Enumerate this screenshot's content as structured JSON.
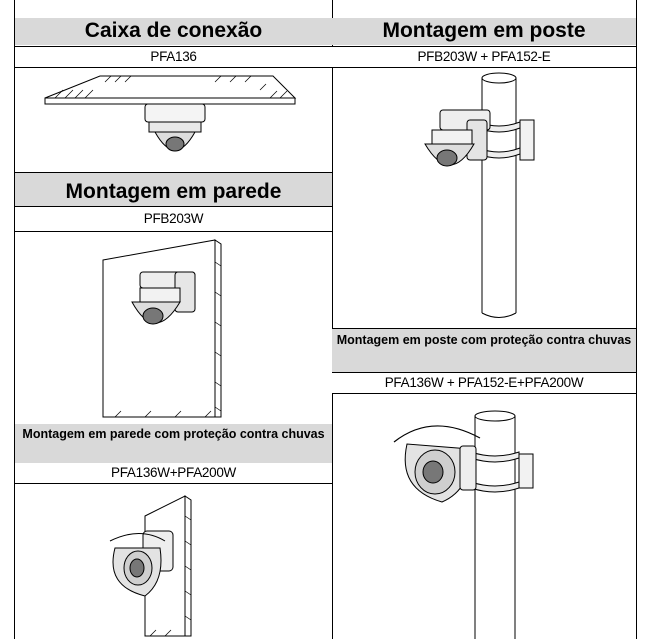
{
  "sections": {
    "junction_box": {
      "title": "Caixa de conexão",
      "model": "PFA136"
    },
    "pole_mount": {
      "title": "Montagem em poste",
      "model": "PFB203W + PFA152-E"
    },
    "wall_mount": {
      "title": "Montagem em parede",
      "model": "PFB203W"
    },
    "pole_rain": {
      "title": "Montagem em poste com proteção contra chuvas",
      "model": "PFA136W + PFA152-E+PFA200W"
    },
    "wall_rain": {
      "title": "Montagem em parede com proteção contra chuvas",
      "model": "PFA136W+PFA200W"
    }
  }
}
